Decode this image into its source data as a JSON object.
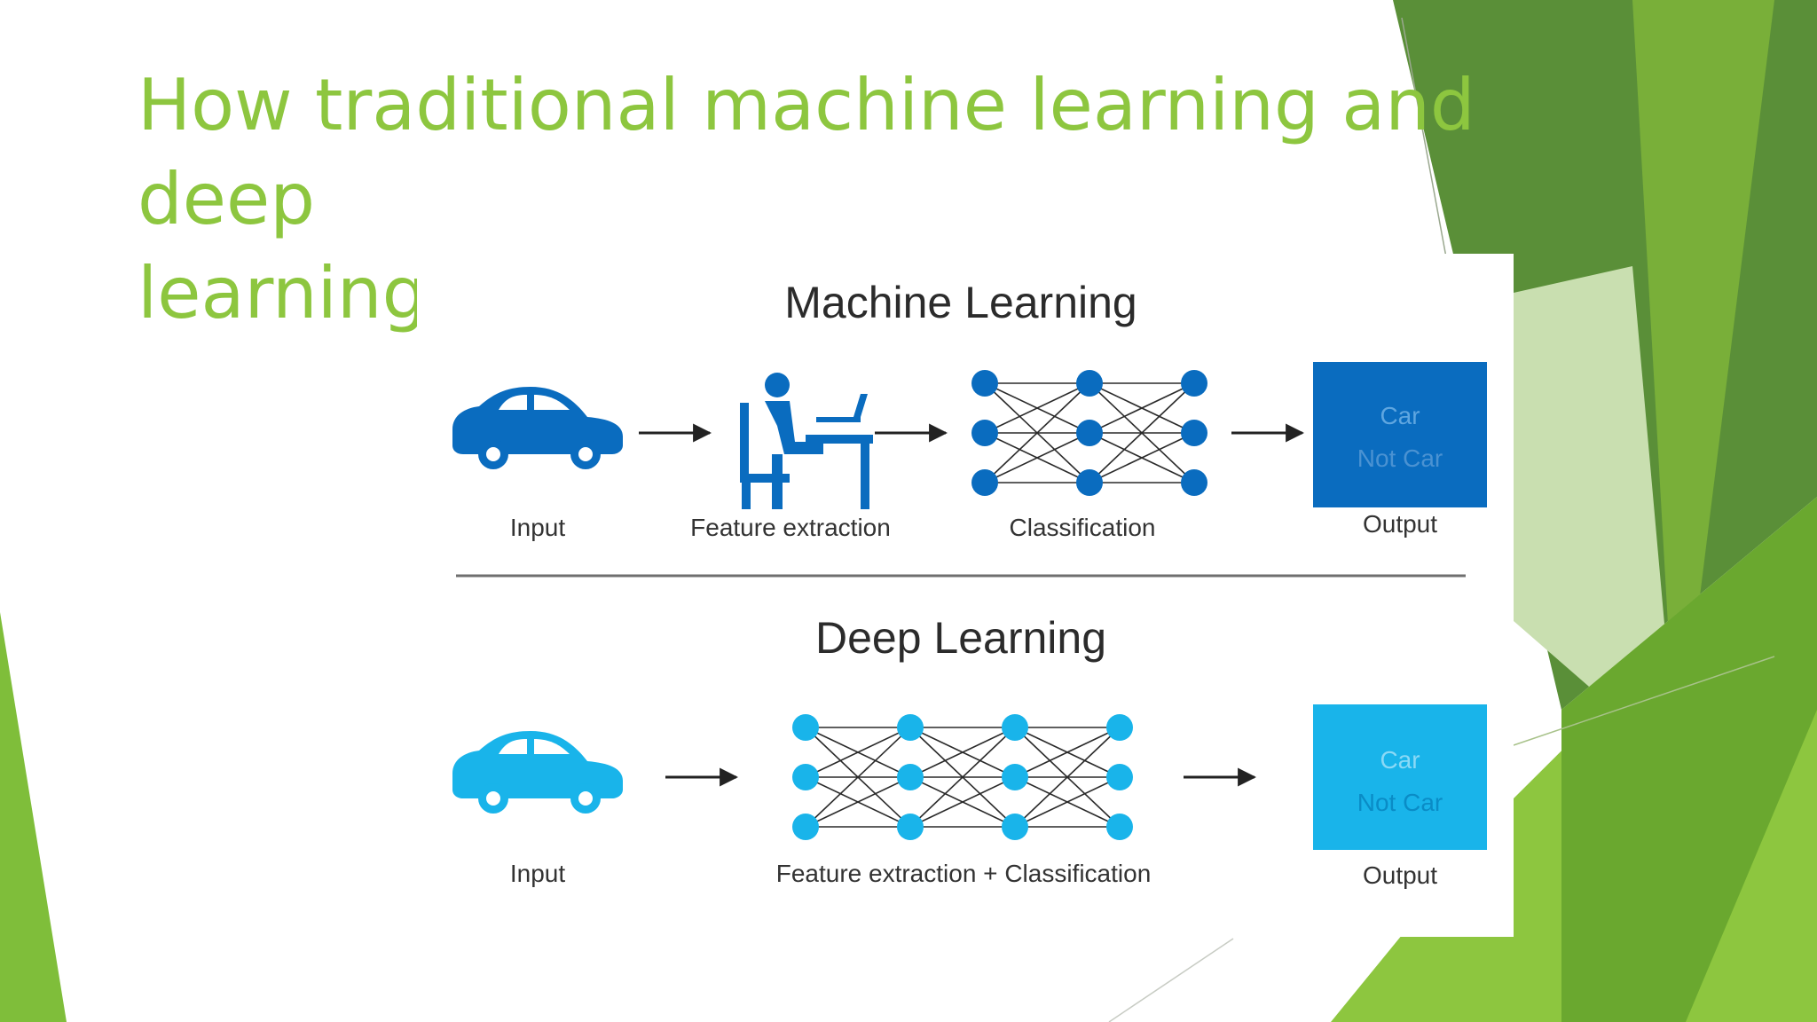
{
  "slide": {
    "title_line1": "How traditional machine learning and deep",
    "title_line2": "learning differ?",
    "title_color": "#8dc63f"
  },
  "diagram": {
    "machine_learning": {
      "heading": "Machine Learning",
      "color": "#0a6cbf",
      "stages": {
        "input": "Input",
        "feature_extraction": "Feature extraction",
        "classification": "Classification",
        "output": "Output"
      },
      "output_box": {
        "line1": "Car",
        "line2": "Not Car"
      },
      "icons": [
        "car-icon",
        "person-at-desk-icon",
        "neural-network-icon",
        "arrow-right-icon"
      ]
    },
    "deep_learning": {
      "heading": "Deep Learning",
      "color": "#19b4ea",
      "stages": {
        "input": "Input",
        "feature_extraction_classification": "Feature extraction + Classification",
        "output": "Output"
      },
      "output_box": {
        "line1": "Car",
        "line2": "Not Car"
      },
      "icons": [
        "car-icon",
        "neural-network-icon",
        "arrow-right-icon"
      ]
    }
  }
}
